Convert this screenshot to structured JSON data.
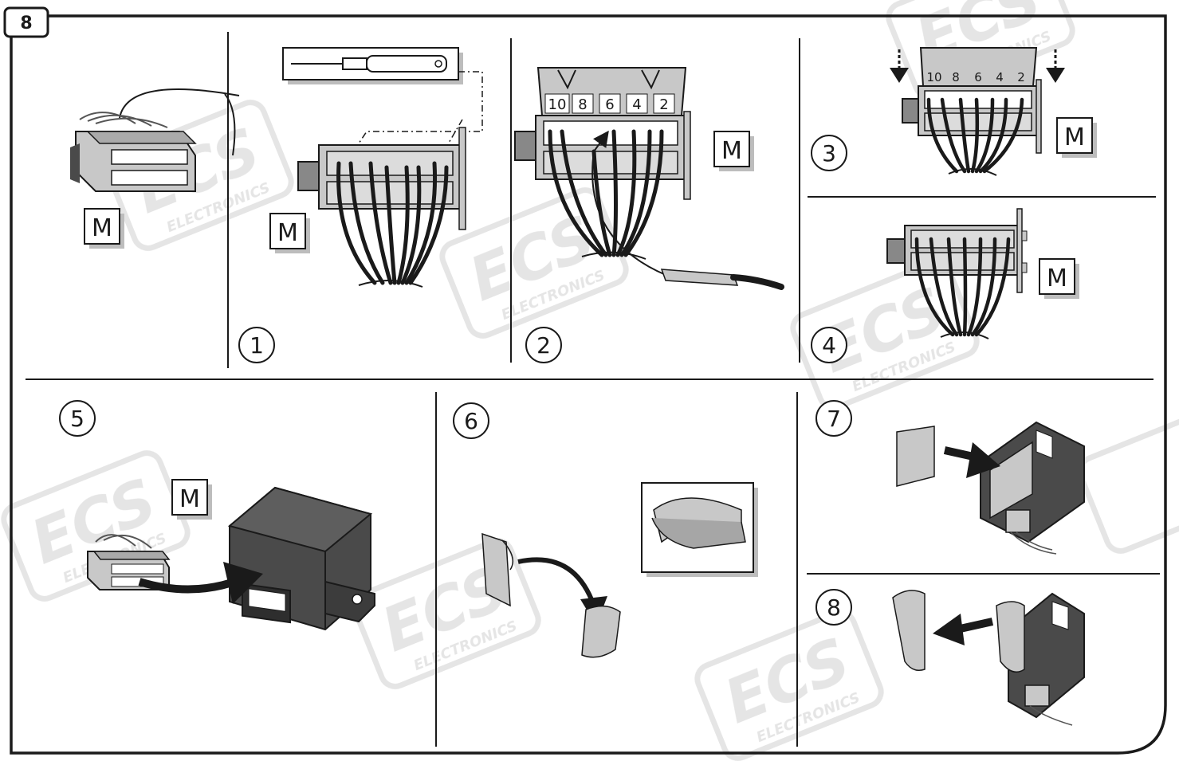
{
  "page_number": "8",
  "steps": [
    "1",
    "2",
    "3",
    "4",
    "5",
    "6",
    "7",
    "8"
  ],
  "connector_label": "M",
  "pin_numbers": [
    "10",
    "8",
    "6",
    "4",
    "2"
  ],
  "watermark": {
    "brand": "ECS",
    "sub": "ELECTRONICS"
  },
  "colors": {
    "line": "#1a1a1a",
    "part_fill": "#c8c8c8",
    "part_dark": "#4a4a4a",
    "watermark": "#e3e3e3",
    "wire": "#1a1a1a"
  }
}
